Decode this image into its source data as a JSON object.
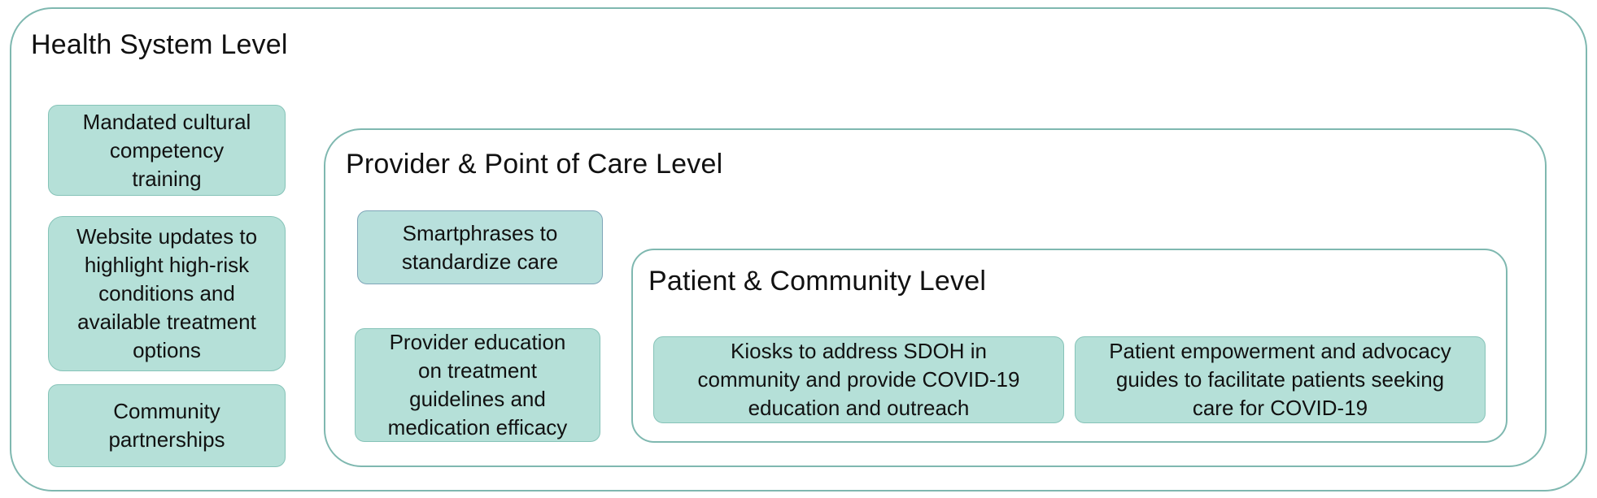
{
  "diagram": {
    "title": "Health System Level",
    "colors": {
      "frame_border": "#7fb8b0",
      "card_fill": "#b5e0d8",
      "card_border": "#86c3b8",
      "text": "#111111"
    },
    "health_system": {
      "label": "Health System Level",
      "interventions": [
        {
          "text": "Mandated cultural\ncompetency\ntraining"
        },
        {
          "text": "Website updates to\nhighlight high-risk\nconditions and\navailable treatment\noptions"
        },
        {
          "text": "Community\npartnerships"
        }
      ]
    },
    "provider": {
      "label": "Provider & Point of Care Level",
      "interventions": [
        {
          "text": "Smartphrases to\nstandardize care"
        },
        {
          "text": "Provider education\non treatment\nguidelines and\nmedication efficacy"
        }
      ]
    },
    "patient": {
      "label": "Patient & Community Level",
      "interventions": [
        {
          "text": "Kiosks to address SDOH in\ncommunity and provide COVID-19\neducation and outreach"
        },
        {
          "text": "Patient empowerment and advocacy\nguides  to facilitate patients seeking\ncare for COVID-19"
        }
      ]
    }
  }
}
